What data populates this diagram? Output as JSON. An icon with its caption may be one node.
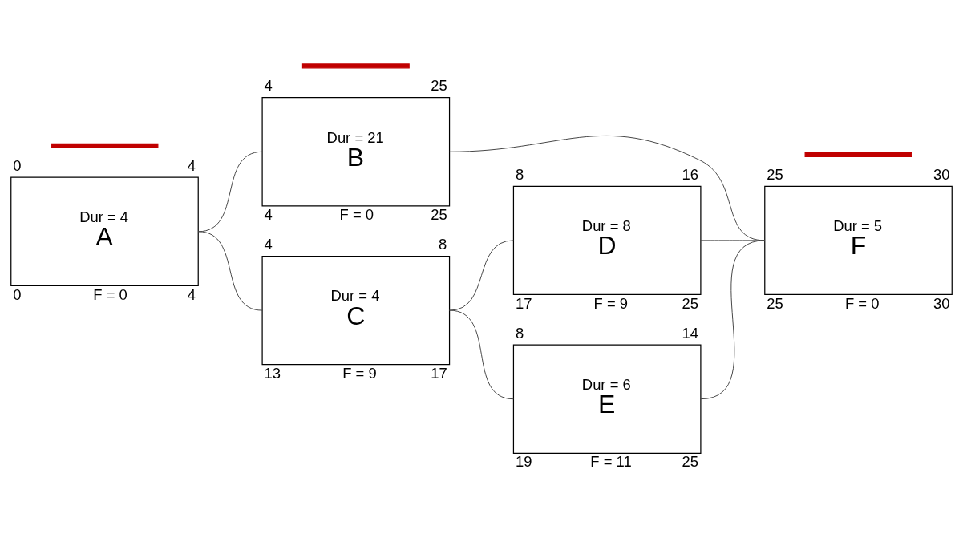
{
  "diagram": {
    "nodes": [
      {
        "text": [
          "Dur = 4",
          "A"
        ],
        "beside": [
          "0",
          "4",
          "0",
          "F = 0",
          "4"
        ]
      },
      {
        "text": [
          "Dur = 21",
          "B"
        ],
        "beside": [
          "4",
          "25",
          "4",
          "F = 0",
          "25"
        ]
      },
      {
        "text": [
          "Dur = 4",
          "C"
        ],
        "beside": [
          "4",
          "8",
          "13",
          "F = 9",
          "17"
        ]
      },
      {
        "text": [
          "Dur = 8",
          "D"
        ],
        "beside": [
          "8",
          "16",
          "17",
          "F = 9",
          "25"
        ]
      },
      {
        "text": [
          "Dur = 6",
          "E"
        ],
        "beside": [
          "8",
          "14",
          "19",
          "F = 11",
          "25"
        ]
      },
      {
        "text": [
          "Dur = 5",
          "F"
        ],
        "beside": [
          "25",
          "30",
          "25",
          "F = 0",
          "30"
        ]
      },
      {
        "text": [],
        "shape": "bar"
      },
      {
        "text": [],
        "shape": "bar"
      },
      {
        "text": [],
        "shape": "bar"
      }
    ],
    "edges": [
      {
        "from": 0,
        "to": 1,
        "arrow": "none"
      },
      {
        "from": 0,
        "to": 2,
        "arrow": "none"
      },
      {
        "from": 1,
        "to": 5,
        "arrow": "none"
      },
      {
        "from": 2,
        "to": 3,
        "arrow": "none"
      },
      {
        "from": 2,
        "to": 4,
        "arrow": "none"
      },
      {
        "from": 3,
        "to": 5,
        "arrow": "none"
      },
      {
        "from": 4,
        "to": 5,
        "arrow": "none"
      }
    ]
  }
}
